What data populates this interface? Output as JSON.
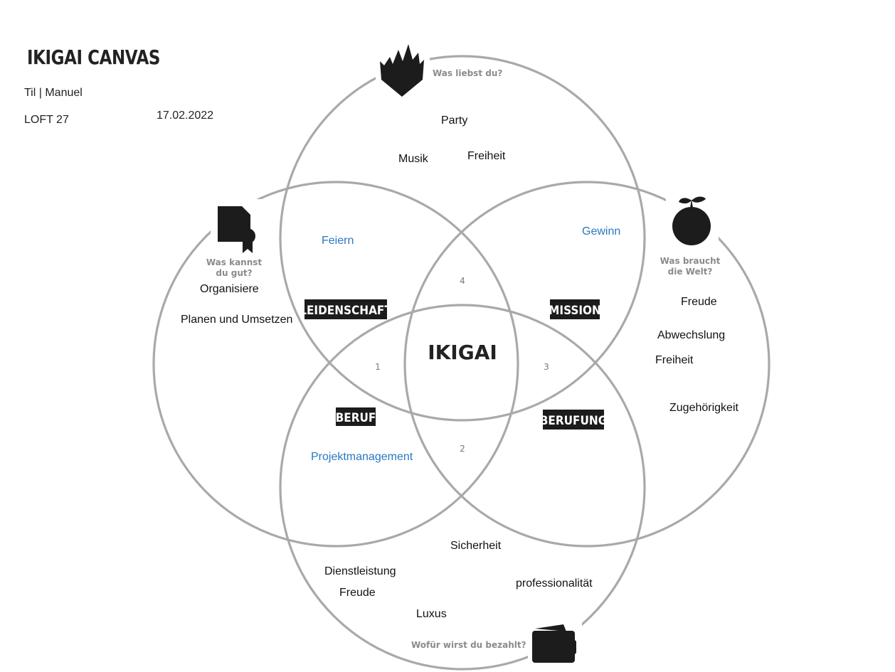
{
  "header": {
    "title": "IKIGAI CANVAS",
    "names": "Til | Manuel",
    "place": "LOFT 27",
    "date": "17.02.2022"
  },
  "prompts": {
    "love": "Was liebst du?",
    "good_at_1": "Was kannst",
    "good_at_2": "du gut?",
    "world_needs_1": "Was braucht",
    "world_needs_2": "die Welt?",
    "paid_for": "Wofür wirst du bezahlt?"
  },
  "labels": {
    "center": "IKIGAI",
    "passion": "LEIDENSCHAFT",
    "mission": "MISSION",
    "profession": "BERUF",
    "vocation": "BERUFUNG"
  },
  "numbers": {
    "n1": "1",
    "n2": "2",
    "n3": "3",
    "n4": "4"
  },
  "notes": {
    "love": [
      "Party",
      "Musik",
      "Freiheit"
    ],
    "good_at": [
      "Organisiere",
      "Planen und Umsetzen"
    ],
    "world": [
      "Freude",
      "Abwechslung",
      "Freiheit",
      "Zugehörigkeit"
    ],
    "paid": [
      "Sicherheit",
      "Dienstleistung",
      "Freude",
      "professionalität",
      "Luxus"
    ],
    "passion_blue": "Feiern",
    "mission_blue": "Gewinn",
    "profession_blue": "Projektmanagement"
  },
  "colors": {
    "circle": "#a9a9a9",
    "blue_text": "#2a78c0",
    "tag_bg": "#1c1c1c"
  },
  "icons": {
    "love": "flaming-heart-icon",
    "good_at": "certificate-icon",
    "world": "globe-sprout-icon",
    "paid": "wallet-icon"
  }
}
